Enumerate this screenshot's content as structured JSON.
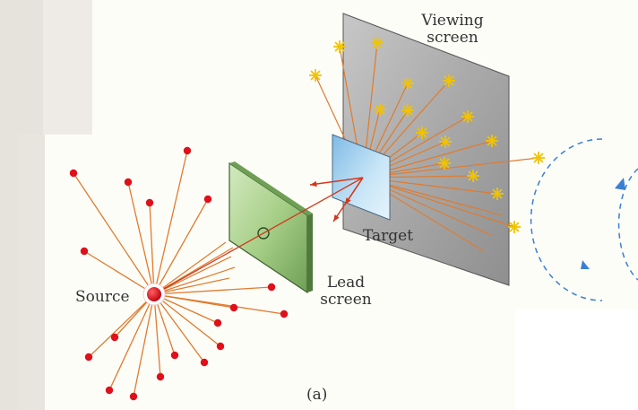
{
  "diagram": {
    "labels": {
      "viewing_screen_line1": "Viewing",
      "viewing_screen_line2": "screen",
      "target": "Target",
      "lead_screen_line1": "Lead",
      "lead_screen_line2": "screen",
      "source": "Source",
      "caption": "(a)"
    },
    "colors": {
      "ray": "#e07b2e",
      "particle": "#e0101a",
      "scintillation": "#f2c300",
      "lead_screen": "#a9cf8e",
      "target_foil": "#9fd0ee",
      "viewing_screen": "#a8a8a8",
      "orbit": "#3a7fd5"
    }
  }
}
